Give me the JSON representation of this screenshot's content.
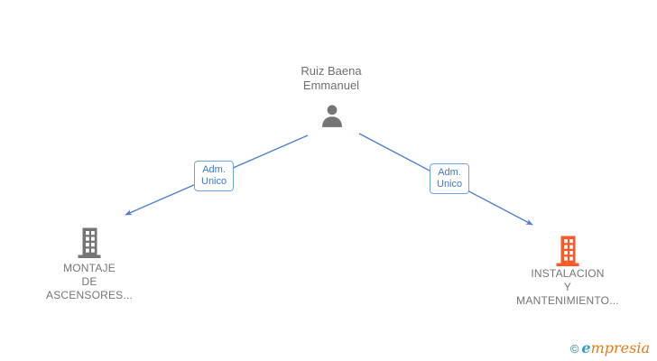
{
  "person": {
    "name_line1": "Ruiz Baena",
    "name_line2": "Emmanuel",
    "icon": "person-silhouette-icon",
    "color": "#757575"
  },
  "edges": [
    {
      "label_line1": "Adm.",
      "label_line2": "Unico",
      "from": "Ruiz Baena Emmanuel",
      "to": "MONTAJE DE ASCENSORES..."
    },
    {
      "label_line1": "Adm.",
      "label_line2": "Unico",
      "from": "Ruiz Baena Emmanuel",
      "to": "INSTALACION Y MANTENIMIENTO..."
    }
  ],
  "companies": [
    {
      "name_line1": "MONTAJE",
      "name_line2": "DE",
      "name_line3": "ASCENSORES...",
      "icon": "building-icon",
      "color": "#757575"
    },
    {
      "name_line1": "INSTALACION",
      "name_line2": "Y",
      "name_line3": "MANTENIMIENTO...",
      "icon": "building-icon",
      "color": "#fb5a28"
    }
  ],
  "colors": {
    "edge_blue": "#4d80d2",
    "label_border": "#74a3e4",
    "label_text": "#3c78d4",
    "text_gray": "#757575",
    "building_orange": "#fb5a28",
    "logo_copyright_teal": "#2e7e95",
    "logo_e_blue": "#2f9fd0",
    "logo_text_orange": "#e87a12"
  },
  "watermark": {
    "copyright": "©",
    "brand_e": "e",
    "brand_rest": "mpresia"
  }
}
